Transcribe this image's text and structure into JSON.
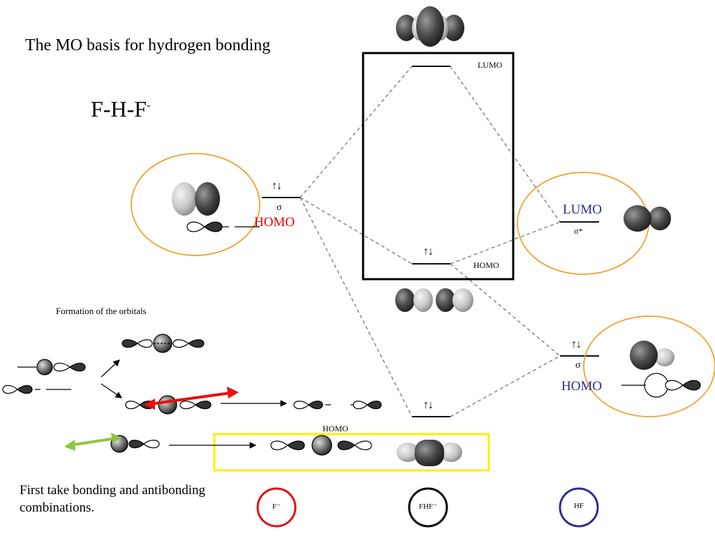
{
  "title": "The MO basis for hydrogen bonding",
  "formula": {
    "base": "F-H-F",
    "charge": "-"
  },
  "formation_caption": "Formation of the orbitals",
  "note": "First take bonding and antibonding combinations.",
  "levels": {
    "left_sigma": {
      "symbol": "σ",
      "electrons": "↑↓",
      "label": "HOMO"
    },
    "center_lumo": {
      "label": "LUMO"
    },
    "center_homo": {
      "label": "HOMO",
      "electrons": "↑↓"
    },
    "center_bottom": {
      "electrons": "↑↓",
      "label": "HOMO"
    },
    "right_sigma_star": {
      "symbol": "σ*",
      "label": "LUMO"
    },
    "right_sigma": {
      "symbol": "σ",
      "electrons": "↑↓",
      "label": "HOMO"
    }
  },
  "species": [
    {
      "label": "F⁻",
      "color": "#e01010"
    },
    {
      "label": "FHF⁻",
      "color": "#000000"
    },
    {
      "label": "HF",
      "color": "#2d2d9a"
    }
  ],
  "colors": {
    "orange": "#f0a030",
    "red_arrow": "#e81010",
    "green_arrow": "#8cc63f",
    "yellow_box": "#ffee00",
    "blue_label": "#2b2b8f",
    "red_label": "#e00000"
  }
}
